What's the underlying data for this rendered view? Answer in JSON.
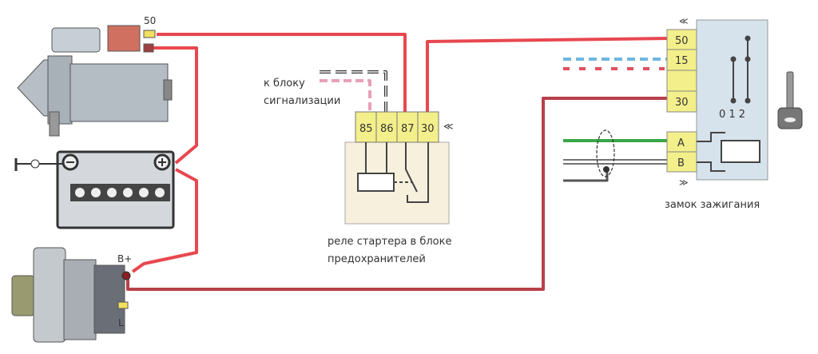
{
  "starter": {
    "terminal_label": "50"
  },
  "relay": {
    "signal_label_line1": "к блоку",
    "signal_label_line2": "сигнализации",
    "pins": [
      "85",
      "86",
      "87",
      "30"
    ],
    "caption_line1": "реле стартера в блоке",
    "caption_line2": "предохранителей"
  },
  "ignition": {
    "pins": [
      "50",
      "15",
      "",
      "30"
    ],
    "sensor_pins": [
      "A",
      "B"
    ],
    "positions": "0 1 2",
    "caption": "замок зажигания"
  },
  "alternator": {
    "bplus_label": "B+",
    "l_label": "L"
  },
  "colors": {
    "wire_red": "#e8474f",
    "wire_dark_red": "#b8404a",
    "connector_yellow": "#f3ef8a",
    "relay_body": "#f7f0dc",
    "switch_panel": "#d6e3ec",
    "wire_green": "#3aa648"
  }
}
